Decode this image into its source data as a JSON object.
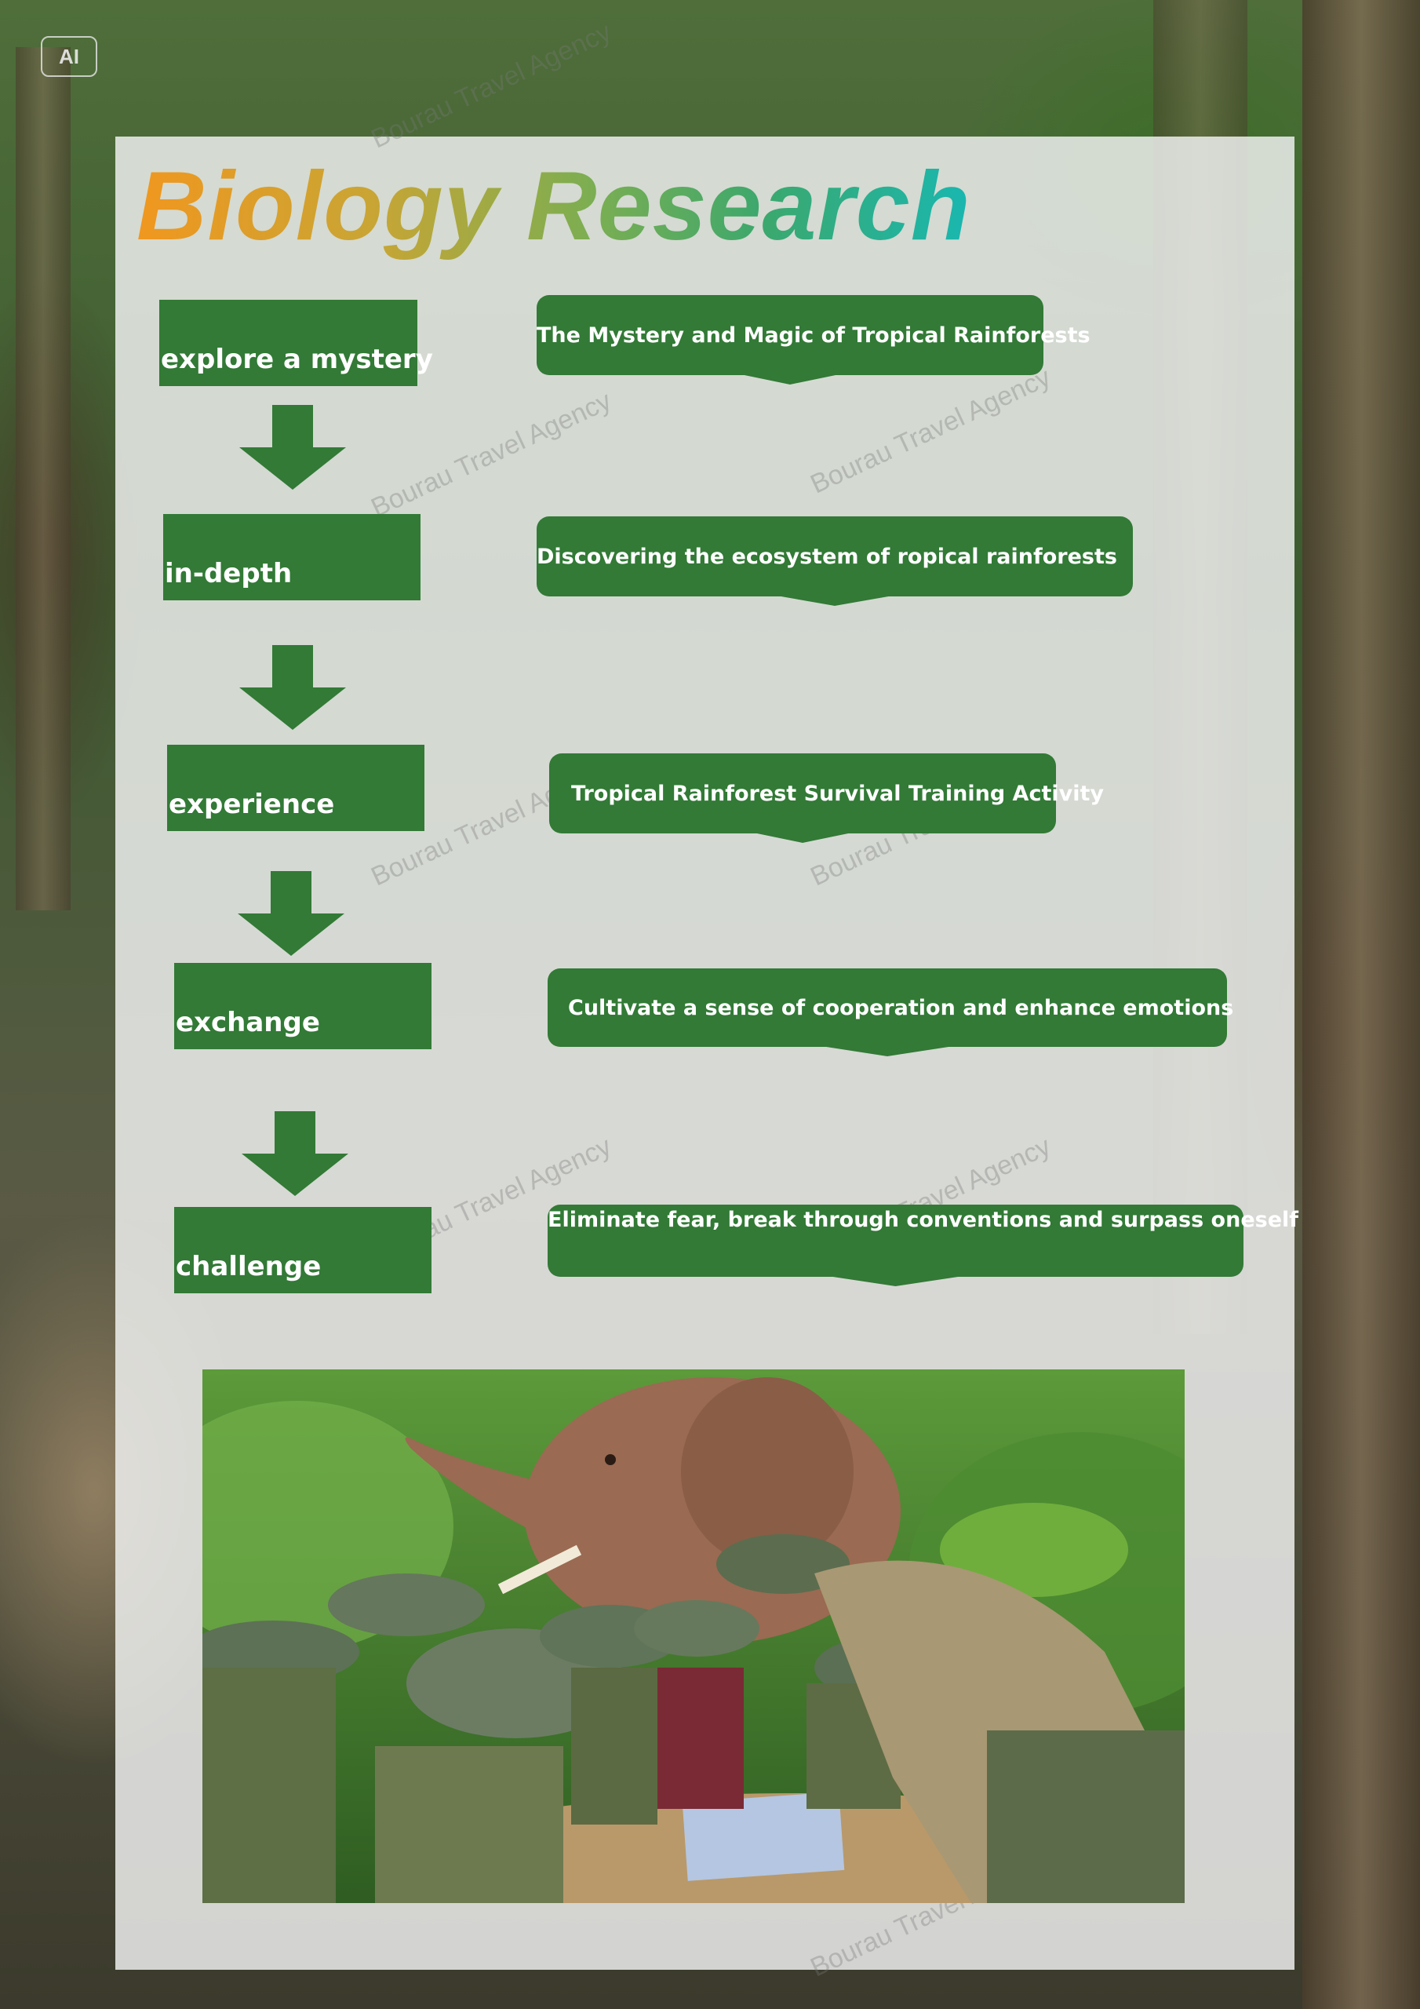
{
  "badge": "AI",
  "title": "Biology Research",
  "watermark": "Bourau Travel Agency",
  "steps": [
    {
      "label": "explore a mystery",
      "description": "The Mystery and Magic of Tropical Rainforests"
    },
    {
      "label": "in-depth",
      "description": "Discovering the ecosystem of ropical rainforests"
    },
    {
      "label": "experience",
      "description": "Tropical Rainforest Survival Training Activity"
    },
    {
      "label": "exchange",
      "description": "Cultivate a sense of cooperation and enhance emotions"
    },
    {
      "label": "challenge",
      "description": "Eliminate fear, break through conventions and surpass oneself"
    }
  ],
  "colors": {
    "step_green": "#327a36",
    "title_gradient": [
      "#f0971f",
      "#7aae52",
      "#19b7b0"
    ]
  },
  "icons": [
    "down-arrow-icon"
  ]
}
